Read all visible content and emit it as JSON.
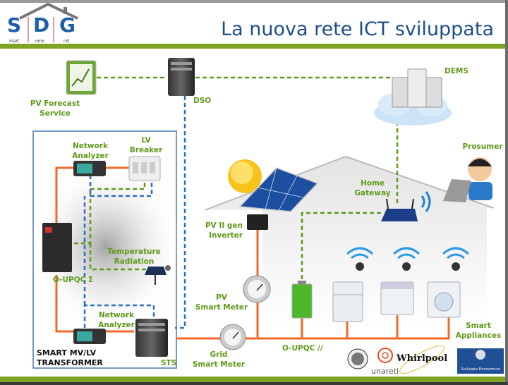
{
  "header": {
    "logo_letters": [
      "S",
      "D",
      "G"
    ],
    "logo_subtext": [
      "mart",
      "omo",
      "rid"
    ],
    "title": "La nuova rete ICT sviluppata"
  },
  "nodes": {
    "pv_forecast": [
      "PV Forecast",
      "Service"
    ],
    "dso": "DSO",
    "dems": "DEMS",
    "network_analyzer_top": [
      "Network",
      "Analyzer"
    ],
    "lv_breaker": [
      "LV",
      "Breaker"
    ],
    "o_upqc_sigma": "O-UPQC Σ",
    "temperature_radiation": [
      "Temperature",
      "Radiation"
    ],
    "network_analyzer_bottom": [
      "Network",
      "Analyzer"
    ],
    "sts": "STS",
    "transformer": [
      "SMART MV/LV",
      "TRANSFORMER"
    ],
    "pv_inverter": [
      "PV II gen",
      "Inverter"
    ],
    "pv_meter": [
      "PV",
      "Smart Meter"
    ],
    "grid_meter": [
      "Grid",
      "Smart Meter"
    ],
    "home_gateway": [
      "Home",
      "Gateway"
    ],
    "prosumer": "Prosumer",
    "o_upqc_parallel": "O-UPQC //",
    "smart_appliances": [
      "Smart",
      "Appliances"
    ]
  },
  "partners": {
    "unareti": "unareti",
    "whirlpool": "Whirlpool",
    "mise": "Sviluppo Economico"
  },
  "colors": {
    "accent_green": "#7ea421",
    "label_green": "#5f9a1a",
    "power_line": "#f26a2a",
    "dso_link": "#2a6fc0",
    "title_blue": "#1d4f8a"
  }
}
